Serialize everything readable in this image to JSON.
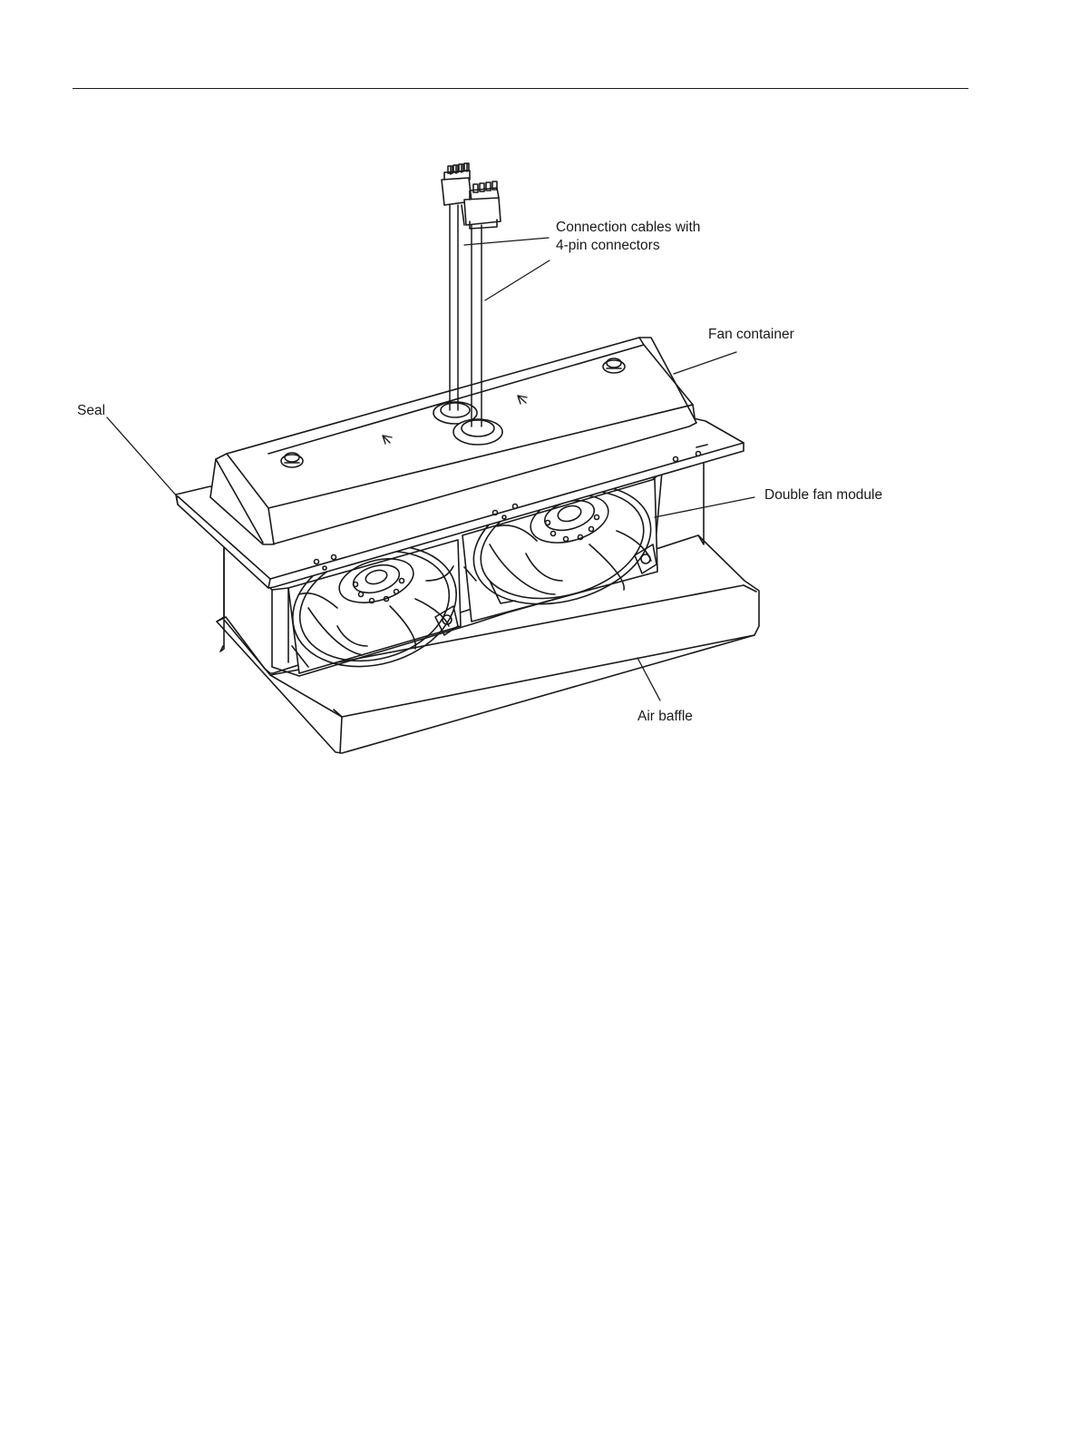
{
  "labels": {
    "connection_cables_line1": "Connection cables with",
    "connection_cables_line2": "4-pin connectors",
    "fan_container": "Fan container",
    "seal": "Seal",
    "double_fan_module": "Double fan module",
    "air_baffle": "Air baffle"
  },
  "colors": {
    "line": "#1a1a1a",
    "background": "#ffffff",
    "shade": "#e8e8e8"
  }
}
